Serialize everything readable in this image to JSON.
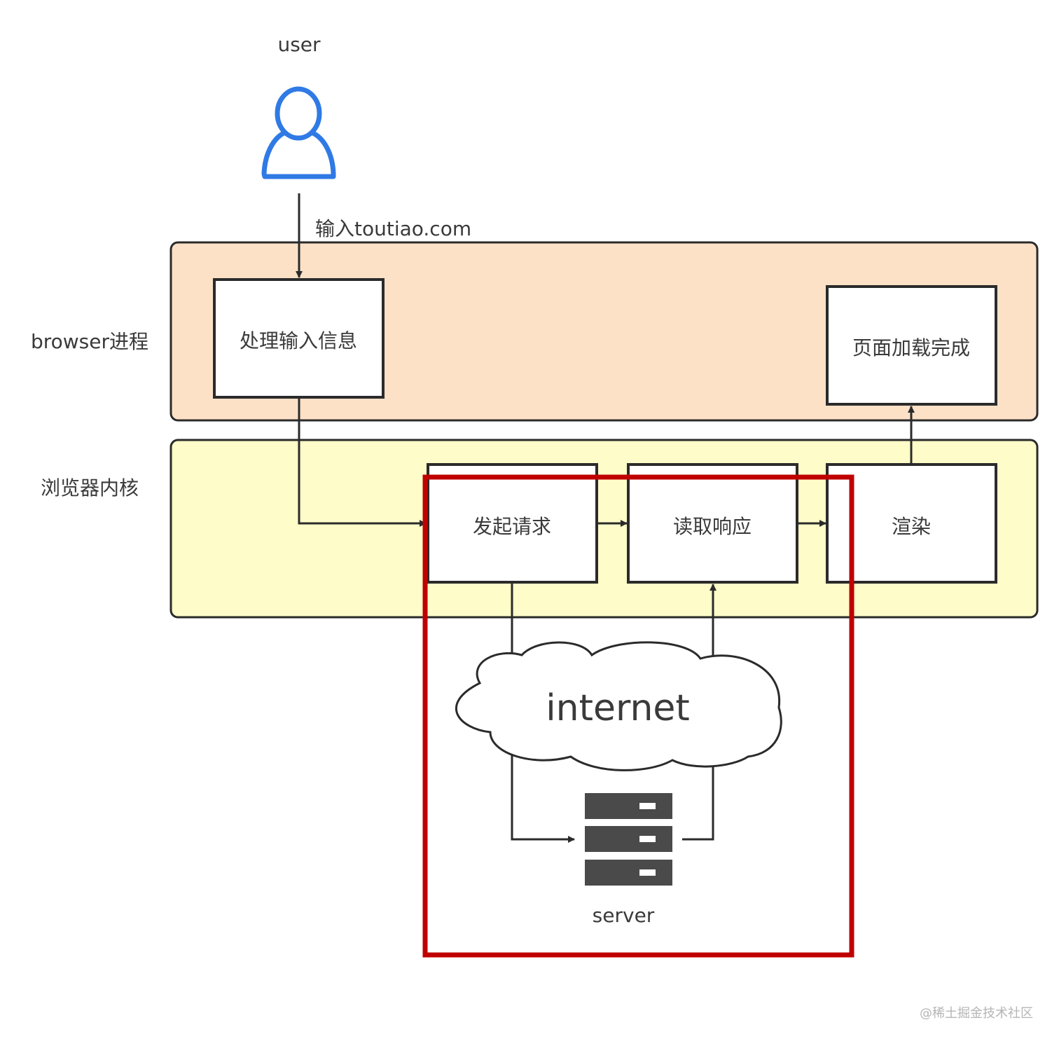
{
  "title": "浏览器请求流程图",
  "actors": {
    "user": {
      "label": "user",
      "icon": "user-icon",
      "color": "#2f7ae5"
    },
    "server": {
      "label": "server",
      "icon": "server-icon",
      "color": "#4a4a4a"
    },
    "internet": {
      "label": "internet",
      "icon": "cloud-icon"
    }
  },
  "edges": {
    "user_input_label": "输入toutiao.com"
  },
  "lanes": [
    {
      "id": "browser",
      "label": "browser进程",
      "color": "#fde1c7"
    },
    {
      "id": "kernel",
      "label": "浏览器内核",
      "color": "#fefcc9"
    }
  ],
  "nodes": {
    "process_input": "处理输入信息",
    "page_loaded": "页面加载完成",
    "send_request": "发起请求",
    "read_response": "读取响应",
    "render": "渲染"
  },
  "highlight": {
    "color": "#c00000"
  },
  "watermark": "@稀土掘金技术社区"
}
